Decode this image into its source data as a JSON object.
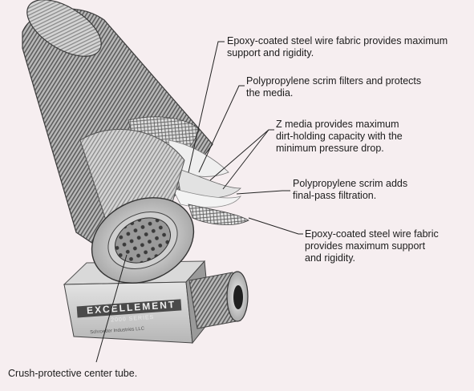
{
  "callouts": [
    {
      "id": "outer-wire",
      "lines": [
        "Epoxy-coated steel wire fabric provides maximum",
        "support and rigidity."
      ]
    },
    {
      "id": "scrim-filter",
      "lines": [
        "Polypropylene scrim filters and protects",
        "the media."
      ]
    },
    {
      "id": "z-media",
      "lines": [
        "Z media provides maximum",
        "dirt-holding capacity with the",
        "minimum pressure drop."
      ]
    },
    {
      "id": "scrim-final",
      "lines": [
        "Polypropylene scrim adds",
        "final-pass filtration."
      ]
    },
    {
      "id": "inner-wire",
      "lines": [
        "Epoxy-coated steel wire fabric",
        "provides maximum support",
        "and rigidity."
      ]
    },
    {
      "id": "center-tube",
      "lines": [
        "Crush-protective center tube."
      ]
    }
  ],
  "product_box": {
    "brand": "EXCELLEMENT",
    "series": "2000 SERIES",
    "maker": "Schroeder Industries LLC"
  },
  "colors": {
    "background": "#f6eef0",
    "text": "#1c1c1c",
    "leader": "#222222"
  }
}
